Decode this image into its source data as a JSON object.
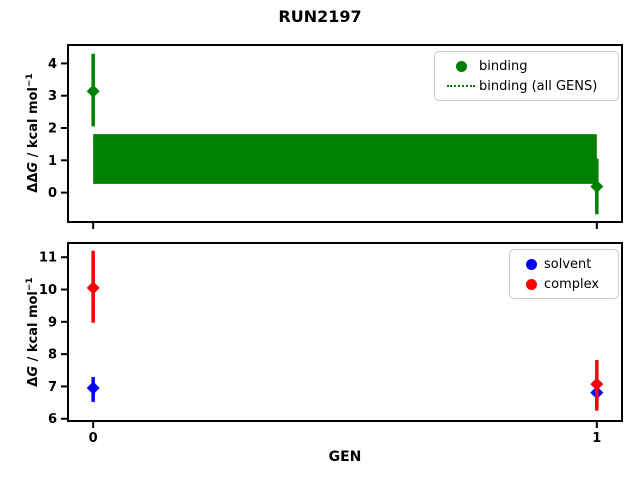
{
  "title": "RUN2197",
  "xlabel": "GEN",
  "colors": {
    "binding": "#008000",
    "solvent": "#0000ff",
    "complex": "#ff0000",
    "spine": "#000000",
    "legend_border": "#cccccc"
  },
  "ylabels": {
    "top": {
      "delta": "ΔΔ",
      "var": "G",
      "unit": " / kcal mol",
      "exp": "−1"
    },
    "bottom": {
      "delta": "Δ",
      "var": "G",
      "unit": " / kcal mol",
      "exp": "−1"
    }
  },
  "chart_data": [
    {
      "type": "scatter",
      "name": "binding-free-energy",
      "title": "",
      "ylabel": "ΔΔG / kcal mol−1",
      "x": [
        0,
        1
      ],
      "xlim": [
        -0.05,
        1.05
      ],
      "ylim": [
        -0.91,
        4.57
      ],
      "xticks": [
        0,
        1
      ],
      "xtick_labels": [
        "",
        ""
      ],
      "yticks": [
        0,
        1,
        2,
        3,
        4
      ],
      "grid": false,
      "legend_position": "upper right",
      "series": [
        {
          "name": "binding",
          "color": "#008000",
          "marker": "diamond",
          "values": [
            3.14,
            0.19
          ],
          "err_low": [
            2.05,
            -0.67
          ],
          "err_high": [
            4.3,
            1.05
          ]
        }
      ],
      "band": {
        "label": "binding (all GENS)",
        "color": "#008000",
        "x_range": [
          0,
          1
        ],
        "y_range": [
          0.27,
          1.81
        ]
      },
      "legend": [
        {
          "label": "binding",
          "marker": "circle",
          "color": "#008000"
        },
        {
          "label": "binding (all GENS)",
          "marker": "dotted-line",
          "color": "#008000"
        }
      ]
    },
    {
      "type": "scatter",
      "name": "solvent-complex-free-energy",
      "title": "",
      "ylabel": "ΔG / kcal mol−1",
      "x": [
        0,
        1
      ],
      "xlim": [
        -0.05,
        1.05
      ],
      "ylim": [
        5.93,
        11.44
      ],
      "xticks": [
        0,
        1
      ],
      "xtick_labels": [
        "0",
        "1"
      ],
      "yticks": [
        6,
        7,
        8,
        9,
        10,
        11
      ],
      "grid": false,
      "legend_position": "upper right",
      "series": [
        {
          "name": "solvent",
          "color": "#0000ff",
          "marker": "diamond",
          "values": [
            6.95,
            6.81
          ],
          "err_low": [
            6.52,
            6.35
          ],
          "err_high": [
            7.29,
            7.25
          ]
        },
        {
          "name": "complex",
          "color": "#ff0000",
          "marker": "diamond",
          "values": [
            10.05,
            7.07
          ],
          "err_low": [
            8.97,
            6.25
          ],
          "err_high": [
            11.2,
            7.82
          ]
        }
      ],
      "legend": [
        {
          "label": "solvent",
          "marker": "circle",
          "color": "#0000ff"
        },
        {
          "label": "complex",
          "marker": "circle",
          "color": "#ff0000"
        }
      ]
    }
  ]
}
